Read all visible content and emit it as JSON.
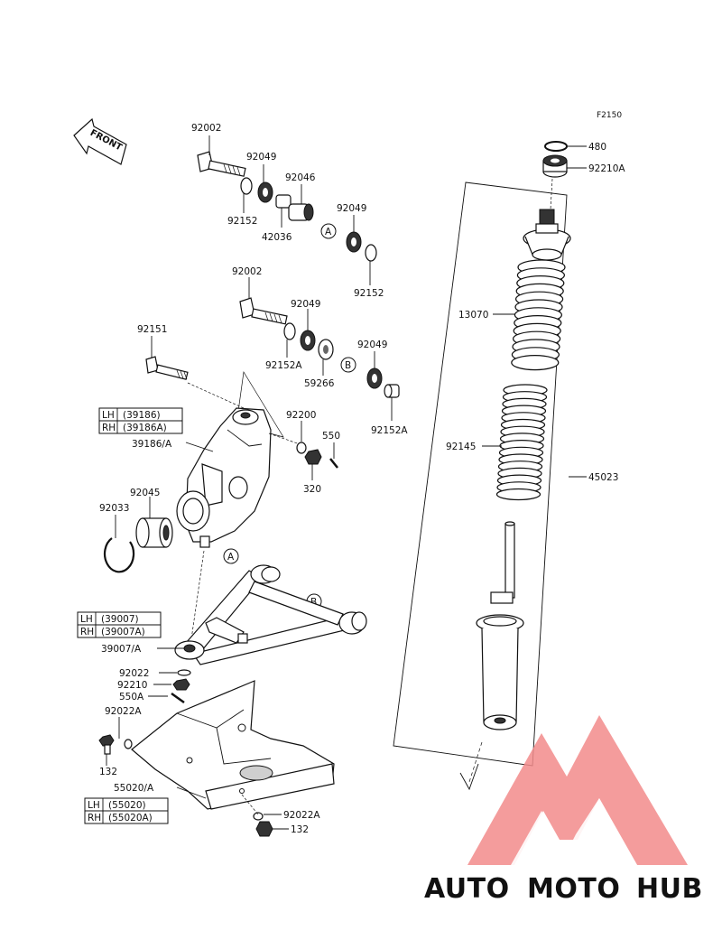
{
  "figure_code": "F2150",
  "front_label": "FRONT",
  "labels": {
    "p_480": "480",
    "p_92210A_top": "92210A",
    "p_92002_a": "92002",
    "p_92049_a": "92049",
    "p_92046": "92046",
    "p_92049_b": "92049",
    "p_92152_a": "92152",
    "p_42036": "42036",
    "p_92152_b": "92152",
    "p_92002_b": "92002",
    "p_92049_c": "92049",
    "p_92049_d": "92049",
    "p_92152A_a": "92152A",
    "p_59266": "59266",
    "p_92152A_b": "92152A",
    "p_92151": "92151",
    "p_92200": "92200",
    "p_550": "550",
    "p_39186A_main": "39186/A",
    "p_320": "320",
    "p_92045": "92045",
    "p_92033": "92033",
    "p_13070": "13070",
    "p_92145": "92145",
    "p_45023": "45023",
    "p_39007A_main": "39007/A",
    "p_92022": "92022",
    "p_92210": "92210",
    "p_550A": "550A",
    "p_92022A_a": "92022A",
    "p_132_a": "132",
    "p_55020A_main": "55020/A",
    "p_92022A_b": "92022A",
    "p_132_b": "132"
  },
  "boxes": {
    "knuckle": {
      "lh_side": "LH",
      "lh_part": "(39186)",
      "rh_side": "RH",
      "rh_part": "(39186A)"
    },
    "arm": {
      "lh_side": "LH",
      "lh_part": "(39007)",
      "rh_side": "RH",
      "rh_part": "(39007A)"
    },
    "guard": {
      "lh_side": "LH",
      "lh_part": "(55020)",
      "rh_side": "RH",
      "rh_part": "(55020A)"
    }
  },
  "callouts": {
    "a1": "A",
    "b1": "B",
    "a2": "A",
    "b2": "B"
  },
  "watermark": {
    "part1": "AUTO",
    "part2": "MOTO",
    "part3": "HUB",
    "color1": "#f4b78a",
    "color2": "#f28b8b",
    "color3": "#8a8a8a",
    "logo_color": "#f28b8b"
  }
}
